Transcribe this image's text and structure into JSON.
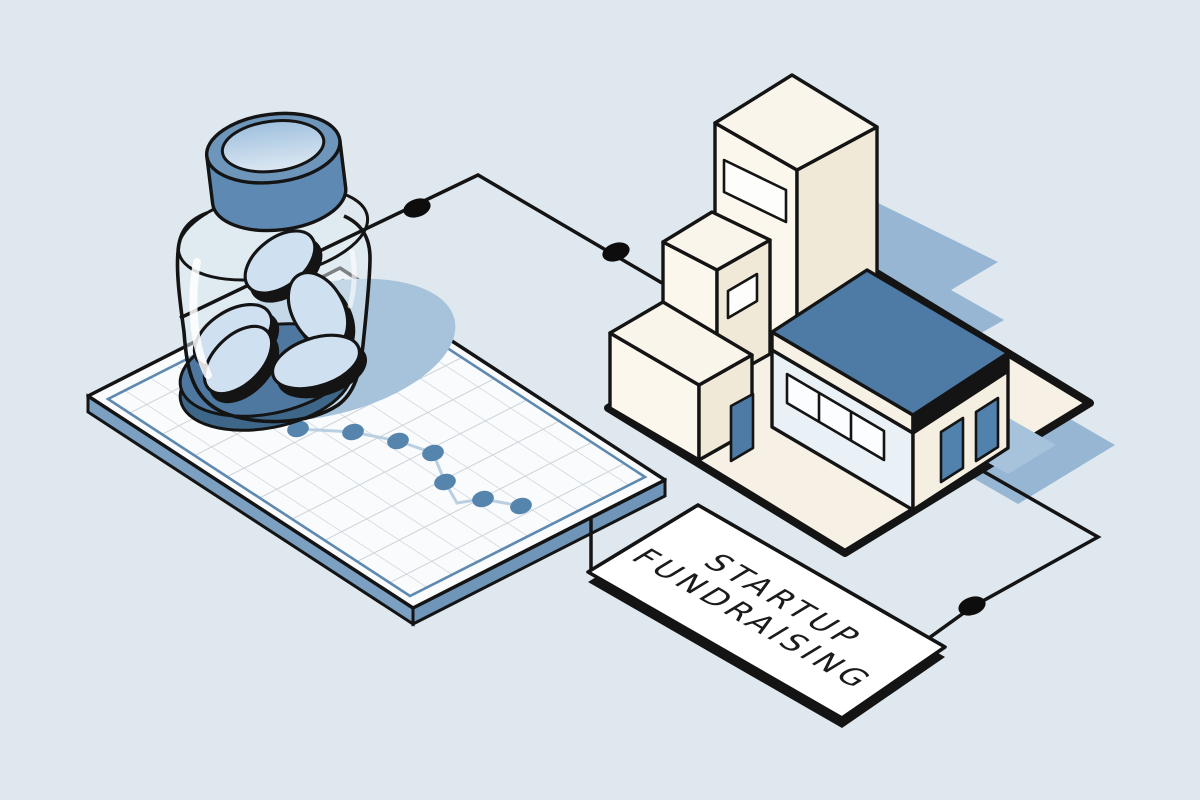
{
  "illustration": {
    "title": "startup-fundraising-isometric-illustration",
    "label_plate": {
      "line1": "STARTUP",
      "line2": "FUNDRAISING"
    },
    "colors": {
      "background": "#dfe8ee",
      "ink_outline": "#141414",
      "accent_blue": "#4e7ba6",
      "mid_blue": "#6e96bb",
      "light_blue_coin": "#cfe0f1",
      "soft_shadow_blue": "#a7c3dc",
      "background_shadow_blue": "#96b6d4",
      "board_side_blue": "#7ba0c2",
      "cream_building": "#f6f1e4",
      "plate_white": "#ffffff",
      "grid_line": "#c9d2da",
      "trend_dot_blue": "#5584ad",
      "trend_line_blue": "#bad0e2"
    },
    "elements": {
      "coin_jar": "glass jar with blue lid holding coins",
      "chart_board": "isometric grid board with downward trend dots",
      "buildings": "office buildings on platform, one with blue roof",
      "connectors": "black connector lines with node dots",
      "label_plate": "white isometric sign plate"
    }
  }
}
